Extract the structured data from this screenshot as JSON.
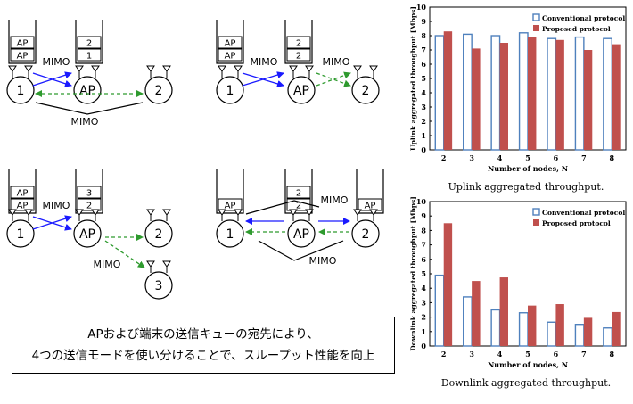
{
  "diagram": {
    "mimo_label": "MIMO",
    "ap_label": "AP",
    "panels": [
      {
        "queues": [
          [
            "AP",
            "AP"
          ],
          [
            "2",
            "1"
          ]
        ],
        "nodes": [
          "1",
          "AP",
          "2"
        ]
      },
      {
        "queues": [
          [
            "AP",
            "AP"
          ],
          [
            "2",
            "2"
          ]
        ],
        "nodes": [
          "1",
          "AP",
          "2"
        ]
      },
      {
        "queues": [
          [
            "AP",
            "AP"
          ],
          [
            "3",
            "2"
          ]
        ],
        "nodes": [
          "1",
          "AP",
          "2",
          "3"
        ]
      },
      {
        "queues": [
          [
            "AP"
          ],
          [
            "2",
            "2"
          ],
          [
            "AP"
          ]
        ],
        "nodes": [
          "1",
          "AP",
          "2"
        ]
      }
    ],
    "caption_lines": [
      "APおよび端末の送信キューの宛先により、",
      "4つの送信モードを使い分けることで、スループット性能を向上"
    ]
  },
  "colors": {
    "uplink_arrow": "#1a1aff",
    "downlink_arrow": "#2e9a2e",
    "conventional": "#4f81bd",
    "proposed": "#c0504d"
  },
  "chart_data": [
    {
      "type": "bar",
      "title": "",
      "caption": "Uplink aggregated throughput.",
      "xlabel": "Number of nodes, N",
      "ylabel": "Uplink aggregated throughput [Mbps]",
      "ylim": [
        0,
        10
      ],
      "yticks": [
        "0",
        "1",
        "2",
        "3",
        "4",
        "5",
        "6",
        "7",
        "8",
        "9",
        "10"
      ],
      "categories": [
        "2",
        "3",
        "4",
        "5",
        "6",
        "7",
        "8"
      ],
      "legend_position": "top-right",
      "series": [
        {
          "name": "Conventional protocol",
          "values": [
            8.0,
            8.1,
            8.0,
            8.2,
            7.8,
            7.9,
            7.8
          ]
        },
        {
          "name": "Proposed protocol",
          "values": [
            8.3,
            7.1,
            7.5,
            7.9,
            7.7,
            7.0,
            7.4
          ]
        }
      ]
    },
    {
      "type": "bar",
      "title": "",
      "caption": "Downlink aggregated throughput.",
      "xlabel": "Number of nodes, N",
      "ylabel": "Downlink aggregated throughput [Mbps]",
      "ylim": [
        0,
        10
      ],
      "yticks": [
        "0",
        "1",
        "2",
        "3",
        "4",
        "5",
        "6",
        "7",
        "8",
        "9",
        "10"
      ],
      "categories": [
        "2",
        "3",
        "4",
        "5",
        "6",
        "7",
        "8"
      ],
      "legend_position": "top-right",
      "series": [
        {
          "name": "Conventional protocol",
          "values": [
            4.9,
            3.4,
            2.5,
            2.3,
            1.65,
            1.5,
            1.25
          ]
        },
        {
          "name": "Proposed protocol",
          "values": [
            8.5,
            4.5,
            4.75,
            2.8,
            2.9,
            1.95,
            2.35
          ]
        }
      ]
    }
  ]
}
